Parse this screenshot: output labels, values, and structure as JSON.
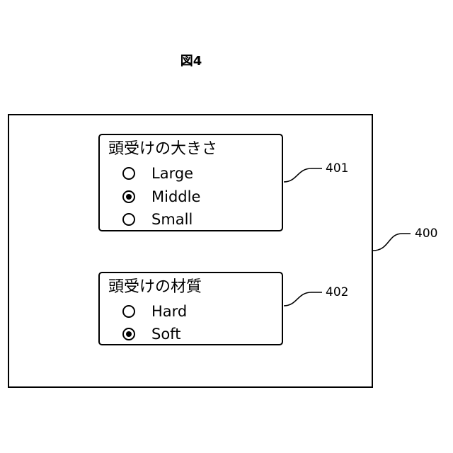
{
  "figure": {
    "title": "図4"
  },
  "panel": {
    "ref": "400",
    "groups": [
      {
        "ref": "401",
        "title": "頭受けの大きさ",
        "options": [
          {
            "label": "Large",
            "selected": false
          },
          {
            "label": "Middle",
            "selected": true
          },
          {
            "label": "Small",
            "selected": false
          }
        ]
      },
      {
        "ref": "402",
        "title": "頭受けの材質",
        "options": [
          {
            "label": "Hard",
            "selected": false
          },
          {
            "label": "Soft",
            "selected": true
          }
        ]
      }
    ]
  }
}
